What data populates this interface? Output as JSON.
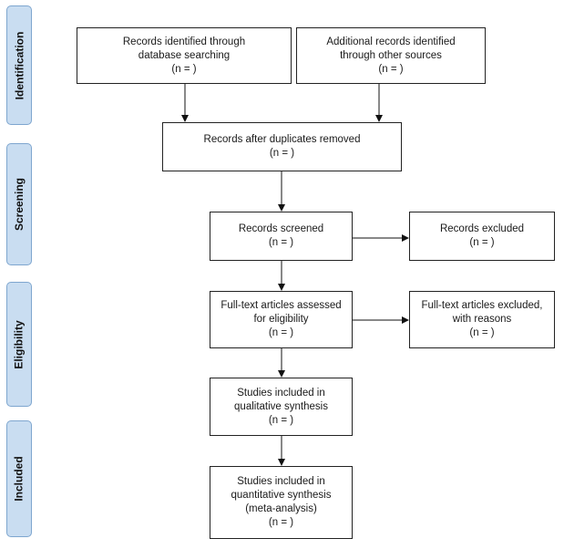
{
  "phases": {
    "identification": "Identification",
    "screening": "Screening",
    "eligibility": "Eligibility",
    "included": "Included"
  },
  "boxes": {
    "db_search": [
      "Records identified through",
      "database searching",
      "(n =   )"
    ],
    "other_sources": [
      "Additional records identified",
      "through other sources",
      "(n =   )"
    ],
    "duplicates_removed": [
      "Records after duplicates removed",
      "(n =   )"
    ],
    "screened": [
      "Records screened",
      "(n =   )"
    ],
    "excluded": [
      "Records excluded",
      "(n =   )"
    ],
    "fulltext_assessed": [
      "Full-text articles assessed",
      "for eligibility",
      "(n =   )"
    ],
    "fulltext_excluded": [
      "Full-text articles excluded,",
      "with reasons",
      "(n =   )"
    ],
    "qualitative": [
      "Studies included in",
      "qualitative synthesis",
      "(n =   )"
    ],
    "quantitative": [
      "Studies included in",
      "quantitative synthesis",
      "(meta-analysis)",
      "(n =   )"
    ]
  },
  "colors": {
    "phase_fill": "#c9ddf1",
    "phase_border": "#7ea6cf",
    "box_border": "#222222"
  }
}
